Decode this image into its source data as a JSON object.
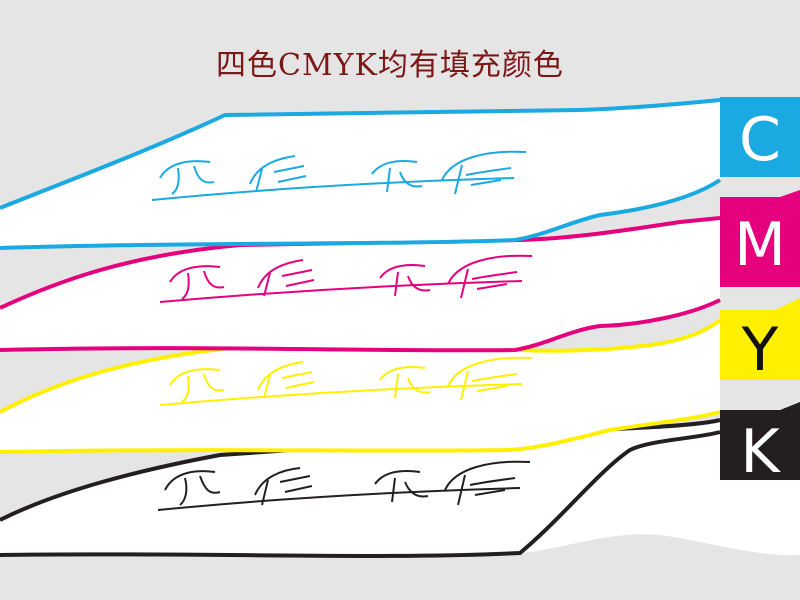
{
  "title": "四色CMYK均有填充颜色",
  "layers": [
    {
      "key": "c",
      "label": "C",
      "color": "#1ba9e1",
      "text_color": "#ffffff"
    },
    {
      "key": "m",
      "label": "M",
      "color": "#e5007e",
      "text_color": "#ffffff"
    },
    {
      "key": "y",
      "label": "Y",
      "color": "#fff000",
      "text_color": "#111111"
    },
    {
      "key": "k",
      "label": "K",
      "color": "#231f20",
      "text_color": "#ffffff"
    }
  ],
  "colors": {
    "background": "#e5e5e6",
    "title": "#7d1616",
    "sheet_fill": "#ffffff"
  }
}
